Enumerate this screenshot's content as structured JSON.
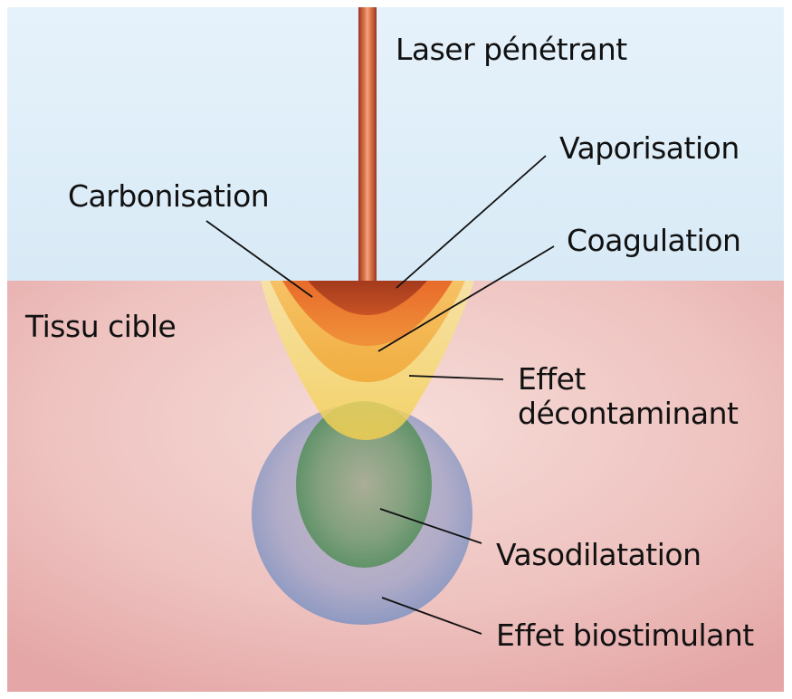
{
  "labels": {
    "laser": "Laser pénétrant",
    "vaporisation": "Vaporisation",
    "carbonisation": "Carbonisation",
    "coagulation": "Coagulation",
    "tissu": "Tissu cible",
    "effet_decontaminant_line1": "Effet",
    "effet_decontaminant_line2": "décontaminant",
    "vasodilatation": "Vasodilatation",
    "effet_biostimulant": "Effet biostimulant"
  },
  "colors": {
    "air": "#ddeef8",
    "tissue": "#e9b5b5",
    "laser": "#c0552f",
    "vaporisation": "#b8451e",
    "carbonisation": "#e77f2e",
    "coagulation": "#f2b347",
    "decontaminant": "#f6d96c",
    "vasodilatation": "#5f9b6b",
    "biostimulant": "#8e9bc6"
  }
}
